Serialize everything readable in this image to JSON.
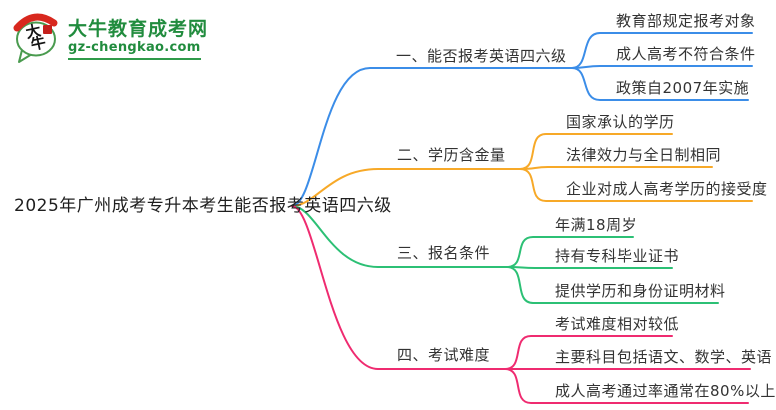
{
  "site": {
    "name": "大牛教育成考网",
    "domain": "gz-chengkao.com",
    "logo_characters": "大牛",
    "brand_green": "#218c3e",
    "brand_red": "#d8281e"
  },
  "mindmap": {
    "root": "2025年广州成考专升本考生能否报考英语四六级",
    "branches": [
      {
        "label": "一、能否报考英语四六级",
        "color": "#3b8de8",
        "children": [
          "教育部规定报考对象",
          "成人高考不符合条件",
          "政策自2007年实施"
        ]
      },
      {
        "label": "二、学历含金量",
        "color": "#f7a928",
        "children": [
          "国家承认的学历",
          "法律效力与全日制相同",
          "企业对成人高考学历的接受度"
        ]
      },
      {
        "label": "三、报名条件",
        "color": "#2cc075",
        "children": [
          "年满18周岁",
          "持有专科毕业证书",
          "提供学历和身份证明材料"
        ]
      },
      {
        "label": "四、考试难度",
        "color": "#ef2b70",
        "children": [
          "考试难度相对较低",
          "主要科目包括语文、数学、英语",
          "成人高考通过率通常在80%以上"
        ]
      }
    ]
  }
}
